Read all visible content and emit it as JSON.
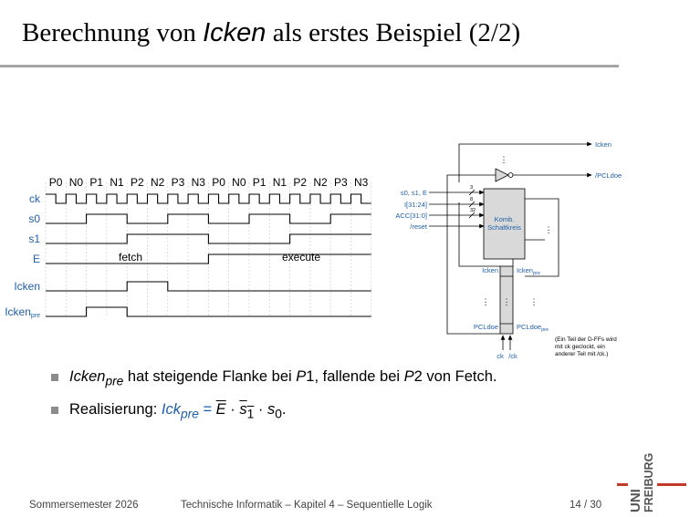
{
  "title": {
    "before": "Berechnung von ",
    "signal": "Icken",
    "after": " als erstes Beispiel (2/2)"
  },
  "timing": {
    "phases": [
      "P0",
      "N0",
      "P1",
      "N1",
      "P2",
      "N2",
      "P3",
      "N3",
      "P0",
      "N0",
      "P1",
      "N1",
      "P2",
      "N2",
      "P3",
      "N3"
    ],
    "signals": [
      {
        "name": "ck",
        "sub": ""
      },
      {
        "name": "s0",
        "sub": ""
      },
      {
        "name": "s1",
        "sub": ""
      },
      {
        "name": "E",
        "sub": ""
      },
      {
        "name": "Icken",
        "sub": ""
      },
      {
        "name": "Icken",
        "sub": "pre"
      }
    ],
    "labels": {
      "fetch": "fetch",
      "execute": "execute"
    }
  },
  "schematic": {
    "out_icken": "Icken",
    "out_pcldoe": "/PCLdoe",
    "inputs": [
      "s0, s1, E",
      "I[31:24]",
      "ACC[31:0]",
      "/reset"
    ],
    "bus_widths": [
      "3",
      "8",
      "32"
    ],
    "block_line1": "Komb.",
    "block_line2": "Schaltkreis",
    "reg_left_top": "Icken",
    "reg_right_top": "Icken",
    "reg_right_top_sub": "pre",
    "reg_left_bottom": "PCLdoe",
    "reg_right_bottom": "PCLdoe",
    "reg_right_bottom_sub": "pre",
    "clk_labels": [
      "ck",
      "/ck"
    ],
    "note": [
      "(Ein Teil der D-FFs wird",
      "mit ck geclockt, ein",
      "anderer Teil mit /ck.)"
    ],
    "dots": "⋮"
  },
  "bullets": {
    "b1": {
      "name": "Icken",
      "sub": "pre",
      "text": " hat steigende Flanke bei ",
      "p1": "P",
      "p1n": "1",
      "mid": ", fallende bei ",
      "p2": "P",
      "p2n": "2",
      "end": " von Fetch."
    },
    "b2": {
      "prefix": "Realisierung: ",
      "lhs": "Ick",
      "lhs_sub": "pre",
      "eq": " = ",
      "e": "E",
      "dot": " · ",
      "s1": "s",
      "s1n": "1",
      "s0": "s",
      "s0n": "0",
      "end": "."
    }
  },
  "footer": {
    "left": "Sommersemester 2026",
    "center": "Technische Informatik –  Kapitel 4 – Sequentielle Logik",
    "page": "14 / 30",
    "logo_top": "UNI",
    "logo_bottom": "FREIBURG"
  },
  "colors": {
    "blue": "#1f5fa8",
    "rule": "#a6a6a6",
    "logo_red": "#c0392b"
  }
}
